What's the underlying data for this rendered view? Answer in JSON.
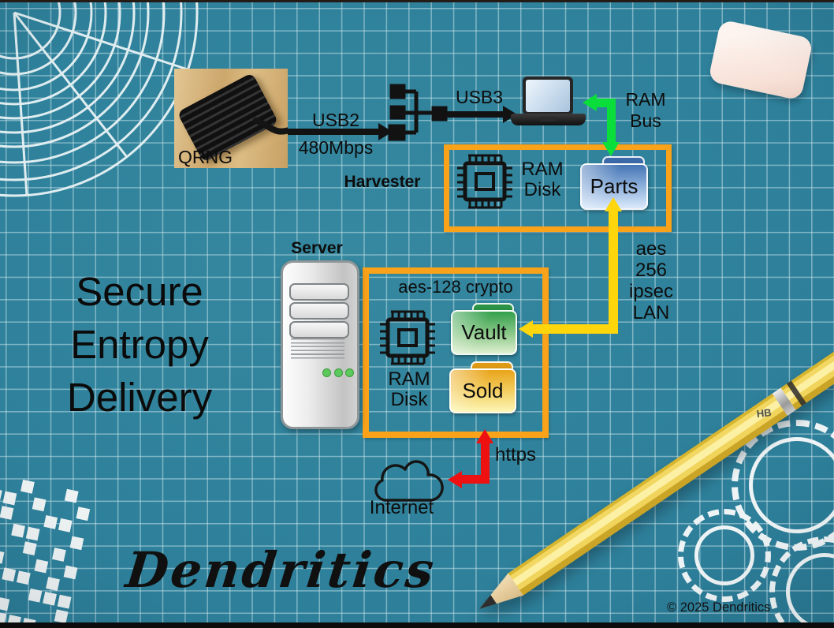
{
  "headline": {
    "line1": "Secure",
    "line2": "Entropy",
    "line3": "Delivery"
  },
  "brand": "Dendritics",
  "copyright": "© 2025 Dendritics",
  "diagram": {
    "qrng": {
      "label": "QRNG"
    },
    "usb2": {
      "label": "USB2",
      "rate": "480Mbps"
    },
    "harvester": {
      "label": "Harvester"
    },
    "usb3": {
      "label": "USB3"
    },
    "ram_bus": {
      "line1": "RAM",
      "line2": "Bus"
    },
    "parts_box": {
      "ramdisk_line1": "RAM",
      "ramdisk_line2": "Disk",
      "folder_label": "Parts"
    },
    "lan_link": {
      "line1": "aes",
      "line2": "256",
      "line3": "ipsec",
      "line4": "LAN"
    },
    "server": {
      "label": "Server"
    },
    "crypto_box": {
      "title": "aes-128 crypto",
      "ramdisk_line1": "RAM",
      "ramdisk_line2": "Disk",
      "vault_label": "Vault",
      "sold_label": "Sold"
    },
    "https_link": {
      "label": "https"
    },
    "internet": {
      "label": "Internet"
    }
  },
  "decorations": {
    "pencil_marking": "HB"
  },
  "colors": {
    "background": "#2d7f9a",
    "grid_line": "#d6ecf1",
    "accent_orange": "#f9a21a",
    "arrow_green": "#0ade3a",
    "arrow_yellow": "#ffd60b",
    "arrow_red": "#ee1111",
    "arrow_black": "#121212",
    "folder_blue": "#4474b4",
    "folder_green": "#33a04c",
    "folder_gold": "#e9a41b"
  }
}
